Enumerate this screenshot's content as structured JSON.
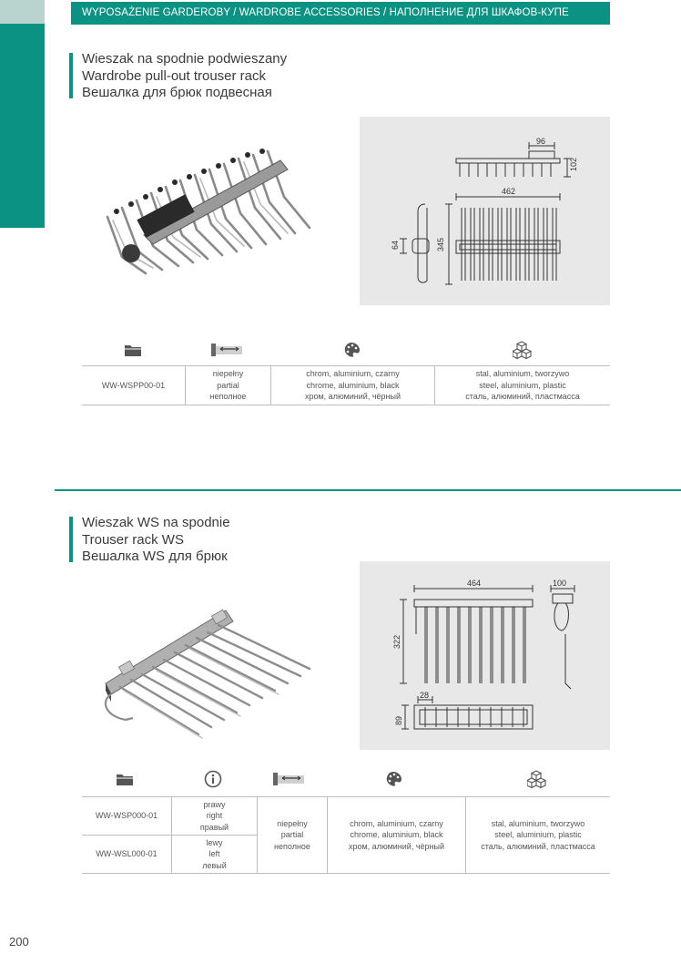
{
  "header": "WYPOSAŻENIE GARDEROBY / WARDROBE ACCESSORIES / НАПОЛНЕНИЕ ДЛЯ ШКАФОВ-КУПЕ",
  "product1": {
    "title_pl": "Wieszak na spodnie podwieszany",
    "title_en": "Wardrobe pull-out trouser rack",
    "title_ru": "Вешалка для брюк подвесная",
    "dimensions": {
      "d96": "96",
      "d102": "102",
      "d462": "462",
      "d64": "64",
      "d345": "345"
    },
    "row": {
      "code": "WW-WSPP00-01",
      "extension": [
        "niepełny",
        "partial",
        "неполное"
      ],
      "finish": [
        "chrom, aluminium, czarny",
        "chrome, aluminium, black",
        "хром, алюминий, чёрный"
      ],
      "material": [
        "stal, aluminium, tworzywo",
        "steel, aluminium, plastic",
        "сталь, алюминий, пластмасса"
      ]
    }
  },
  "product2": {
    "title_pl": "Wieszak WS na spodnie",
    "title_en": "Trouser rack WS",
    "title_ru": "Вешалка WS для брюк",
    "dimensions": {
      "d464": "464",
      "d100": "100",
      "d322": "322",
      "d28": "28",
      "d89": "89"
    },
    "rows": [
      {
        "code": "WW-WSP000-01",
        "side": [
          "prawy",
          "right",
          "правый"
        ]
      },
      {
        "code": "WW-WSL000-01",
        "side": [
          "lewy",
          "left",
          "левый"
        ]
      }
    ],
    "extension": [
      "niepełny",
      "partial",
      "неполное"
    ],
    "finish": [
      "chrom, aluminium, czarny",
      "chrome, aluminium, black",
      "хром, алюминий, чёрный"
    ],
    "material": [
      "stal, aluminium, tworzywo",
      "steel, aluminium, plastic",
      "сталь, алюминий, пластмасса"
    ]
  },
  "icons": [
    "folder-icon",
    "extension-icon",
    "palette-icon",
    "cubes-icon",
    "info-icon"
  ],
  "colors": {
    "accent": "#0b9283",
    "accent_light": "#b9d3cf",
    "drawing_bg": "#e8e8e8"
  },
  "page_number": "200"
}
